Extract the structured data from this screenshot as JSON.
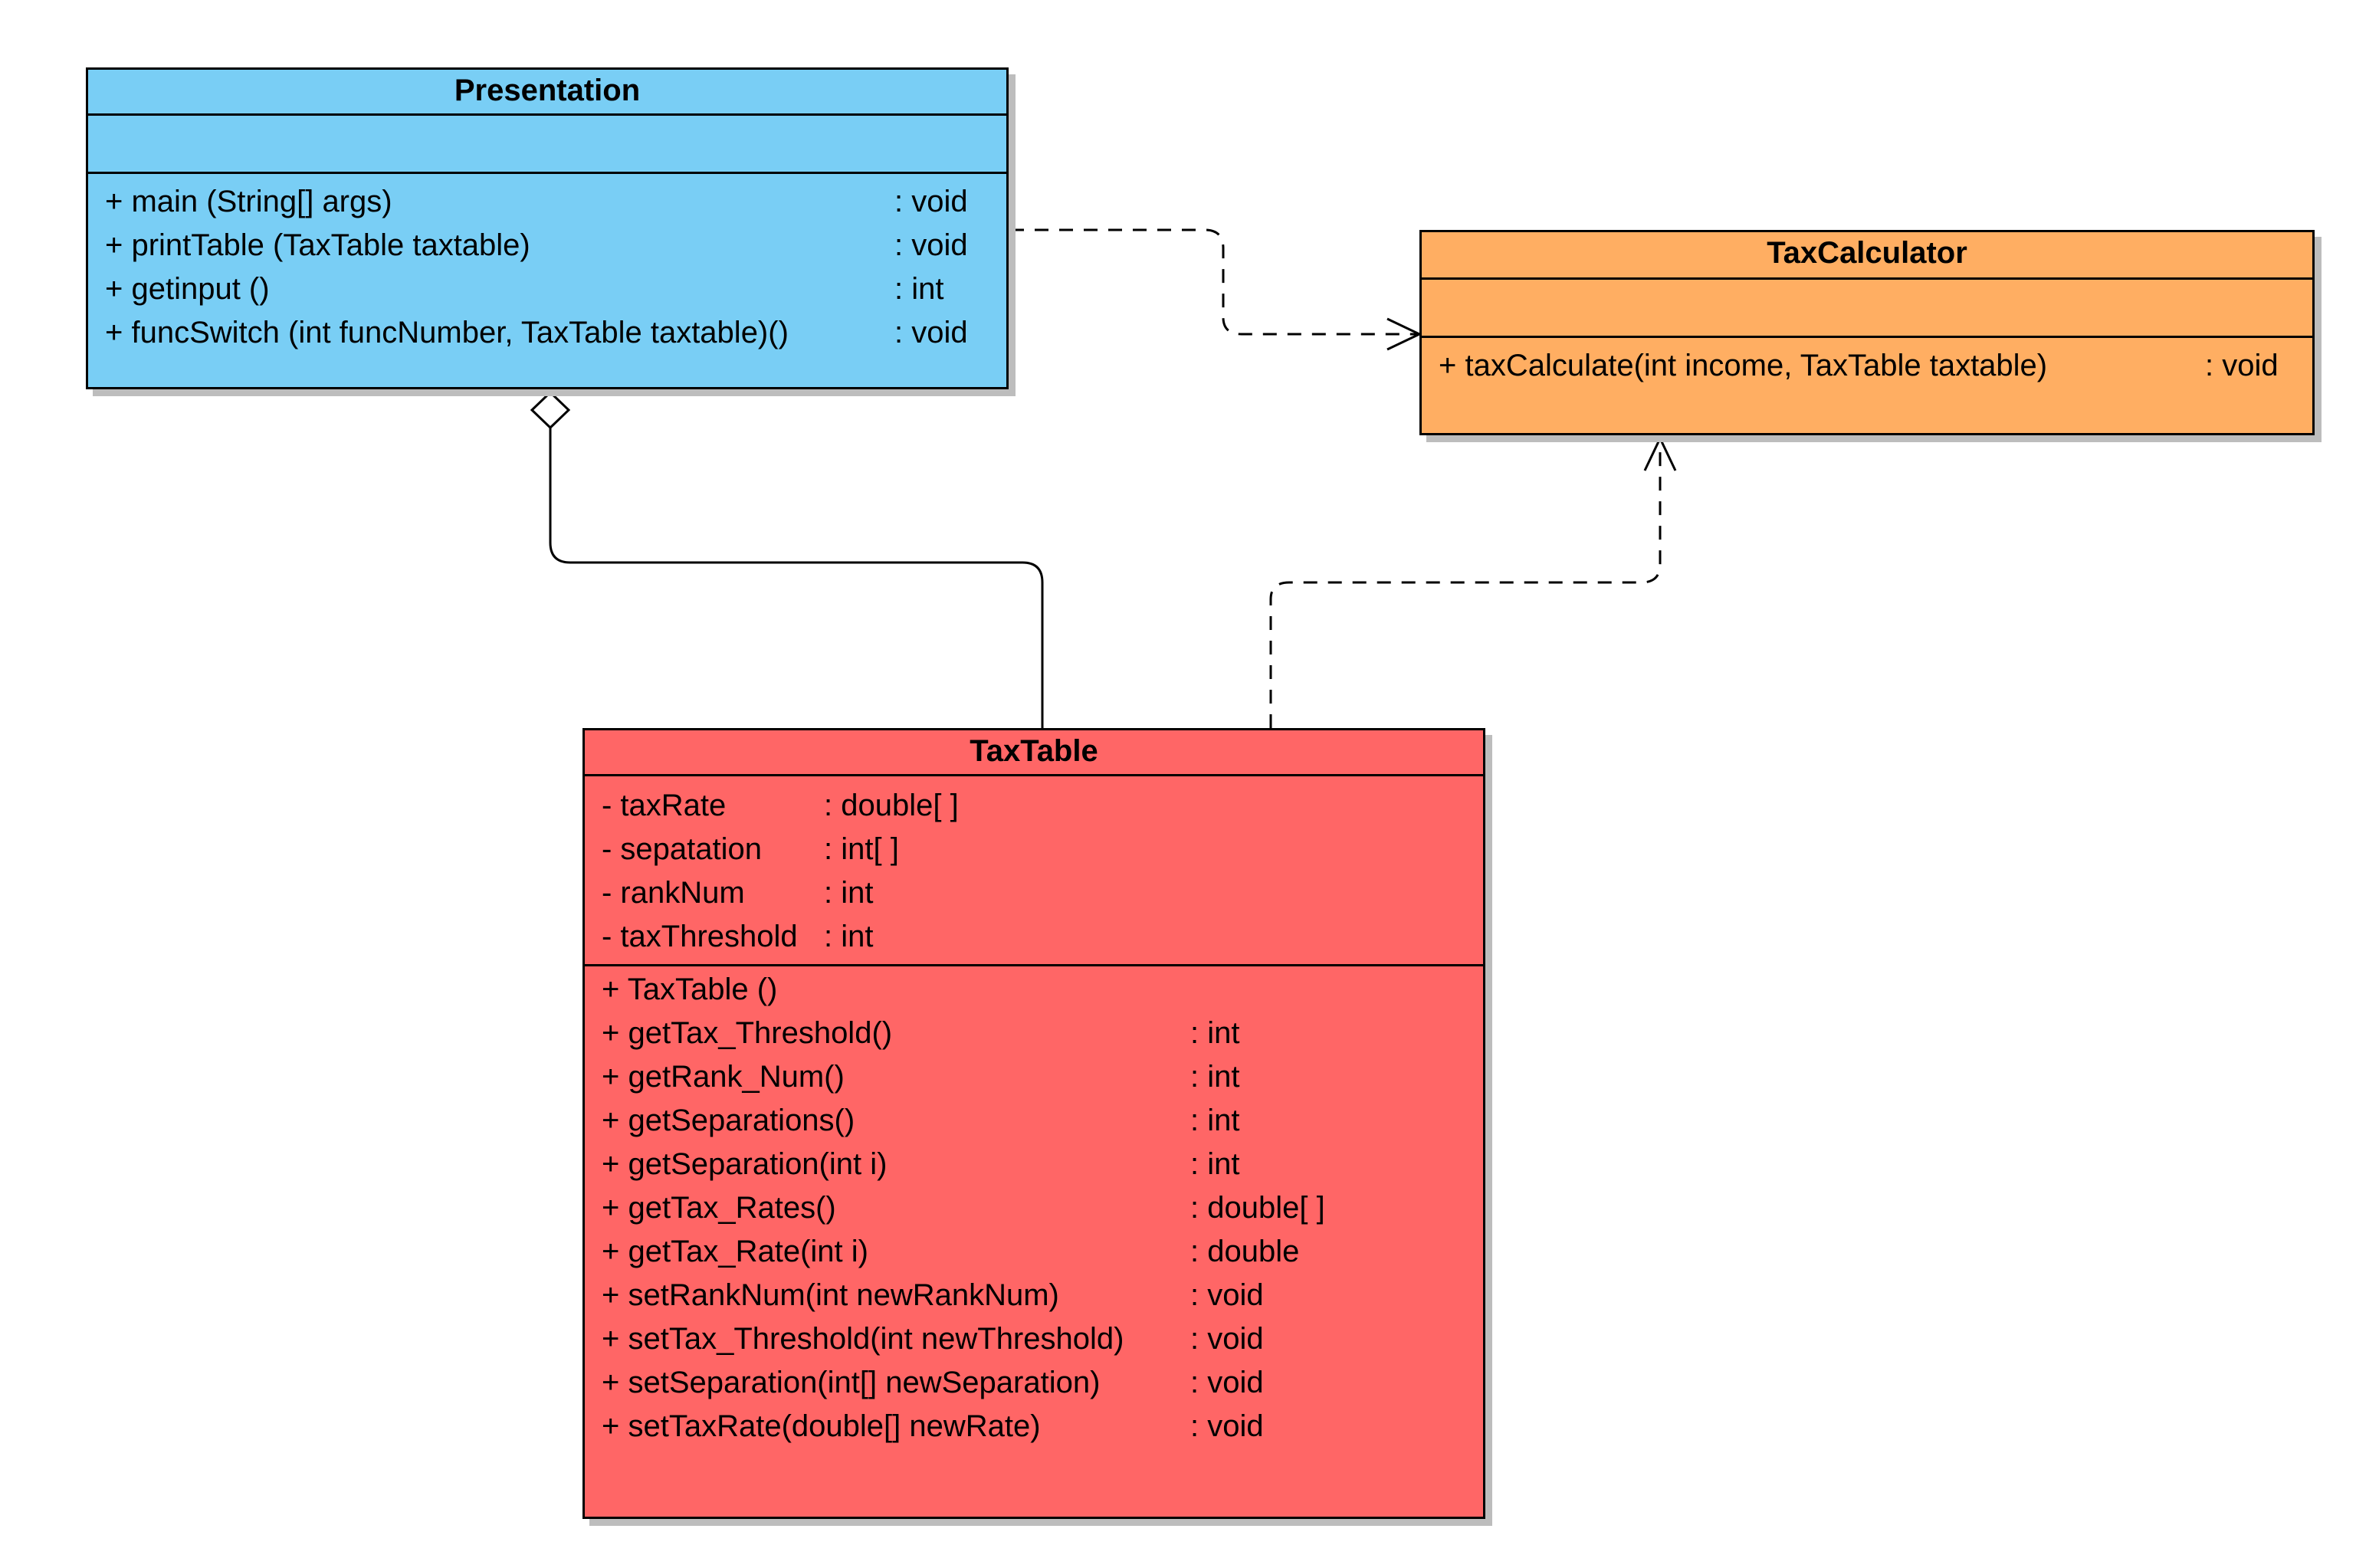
{
  "classes": {
    "presentation": {
      "name": "Presentation",
      "attributes": [],
      "methods": [
        {
          "name": "+ main (String[] args)",
          "type": ": void"
        },
        {
          "name": "+ printTable (TaxTable taxtable)",
          "type": ": void"
        },
        {
          "name": "+ getinput ()",
          "type": ": int"
        },
        {
          "name": "+ funcSwitch (int funcNumber, TaxTable taxtable)()",
          "type": ": void"
        }
      ]
    },
    "taxcalculator": {
      "name": "TaxCalculator",
      "attributes": [],
      "methods": [
        {
          "name": "+ taxCalculate(int income, TaxTable taxtable)",
          "type": ": void"
        }
      ]
    },
    "taxtable": {
      "name": "TaxTable",
      "attributes": [
        {
          "name": "- taxRate",
          "type": ": double[ ]"
        },
        {
          "name": "- sepatation",
          "type": ": int[ ]"
        },
        {
          "name": "- rankNum",
          "type": ": int"
        },
        {
          "name": "- taxThreshold",
          "type": ": int"
        }
      ],
      "methods": [
        {
          "name": "+ TaxTable ()",
          "type": ""
        },
        {
          "name": "+ getTax_Threshold()",
          "type": ": int"
        },
        {
          "name": "+ getRank_Num()",
          "type": ": int"
        },
        {
          "name": "+ getSeparations()",
          "type": ": int"
        },
        {
          "name": "+ getSeparation(int i)",
          "type": ": int"
        },
        {
          "name": "+ getTax_Rates()",
          "type": ": double[ ]"
        },
        {
          "name": "+ getTax_Rate(int i)",
          "type": ": double"
        },
        {
          "name": "+ setRankNum(int newRankNum)",
          "type": ": void"
        },
        {
          "name": "+ setTax_Threshold(int newThreshold)",
          "type": ": void"
        },
        {
          "name": "+ setSeparation(int[] newSeparation)",
          "type": ": void"
        },
        {
          "name": "+ setTaxRate(double[] newRate)",
          "type": ": void"
        }
      ]
    }
  },
  "colors": {
    "presentation_fill": "#79cef5",
    "taxcalculator_fill": "#ffae62",
    "taxtable_fill": "#ff6666",
    "line": "#000000",
    "shadow": "#bdbdbd"
  },
  "relations": [
    {
      "from": "Presentation",
      "to": "TaxCalculator",
      "kind": "dependency"
    },
    {
      "from": "TaxTable",
      "to": "TaxCalculator",
      "kind": "dependency"
    },
    {
      "from": "TaxTable",
      "to": "Presentation",
      "kind": "aggregation"
    }
  ]
}
